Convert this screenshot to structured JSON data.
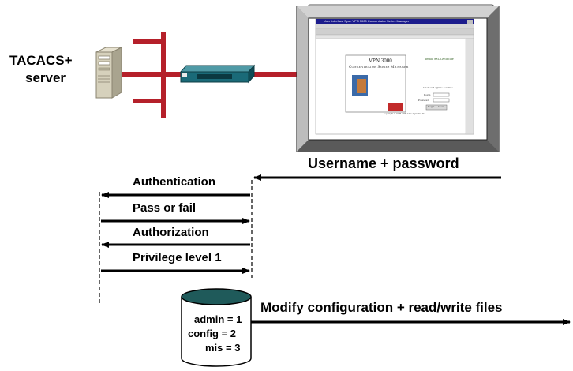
{
  "server": {
    "line1": "TACACS+",
    "line2": "server"
  },
  "monitor": {
    "window_title": "User Interface Sys - VPN 3000 Concentrator Series Manager",
    "splash_title": "VPN 3000",
    "splash_subtitle": "Concentrator Series Manager",
    "ssl_link": "Install SSL Certificate",
    "login_prompt": "Click on Login to continue",
    "login_label": "Login",
    "password_label": "Password",
    "login_button": "Login",
    "clear_button": "Clear",
    "copyright": "Copyright © 1998-2000 Cisco Systems, Inc."
  },
  "arrows": {
    "username_password": "Username + password",
    "authentication": "Authentication",
    "pass_or_fail": "Pass or fail",
    "authorization": "Authorization",
    "privilege_level": "Privilege level 1"
  },
  "database": {
    "entries": [
      "admin = 1",
      "config = 2",
      "mis = 3"
    ],
    "action": "Modify configuration + read/write files"
  },
  "colors": {
    "network": "#b5202a",
    "concentrator": "#1a6a78",
    "database_top": "#1f5a5a",
    "monitor_frame": "#8a8a8a"
  }
}
